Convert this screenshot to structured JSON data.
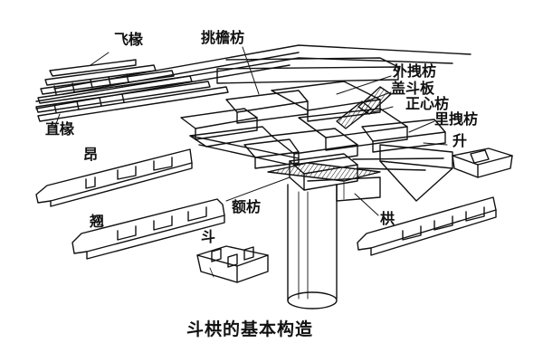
{
  "caption": "斗栱的基本构造",
  "labels": {
    "fei_chuan": "飞椽",
    "tiao_yan_fang": "挑檐枋",
    "wai_zhuai_fang": "外拽枋",
    "gai_dou_ban": "盖斗板",
    "zheng_xin_fang": "正心枋",
    "li_zhuai_fang": "里拽枋",
    "zhi_chuan": "直椽",
    "sheng": "升",
    "ang": "昂",
    "qiao": "翘",
    "e_fang": "额枋",
    "gong": "栱",
    "dou": "斗"
  },
  "colors": {
    "ink": "#111111",
    "paper": "#ffffff"
  }
}
